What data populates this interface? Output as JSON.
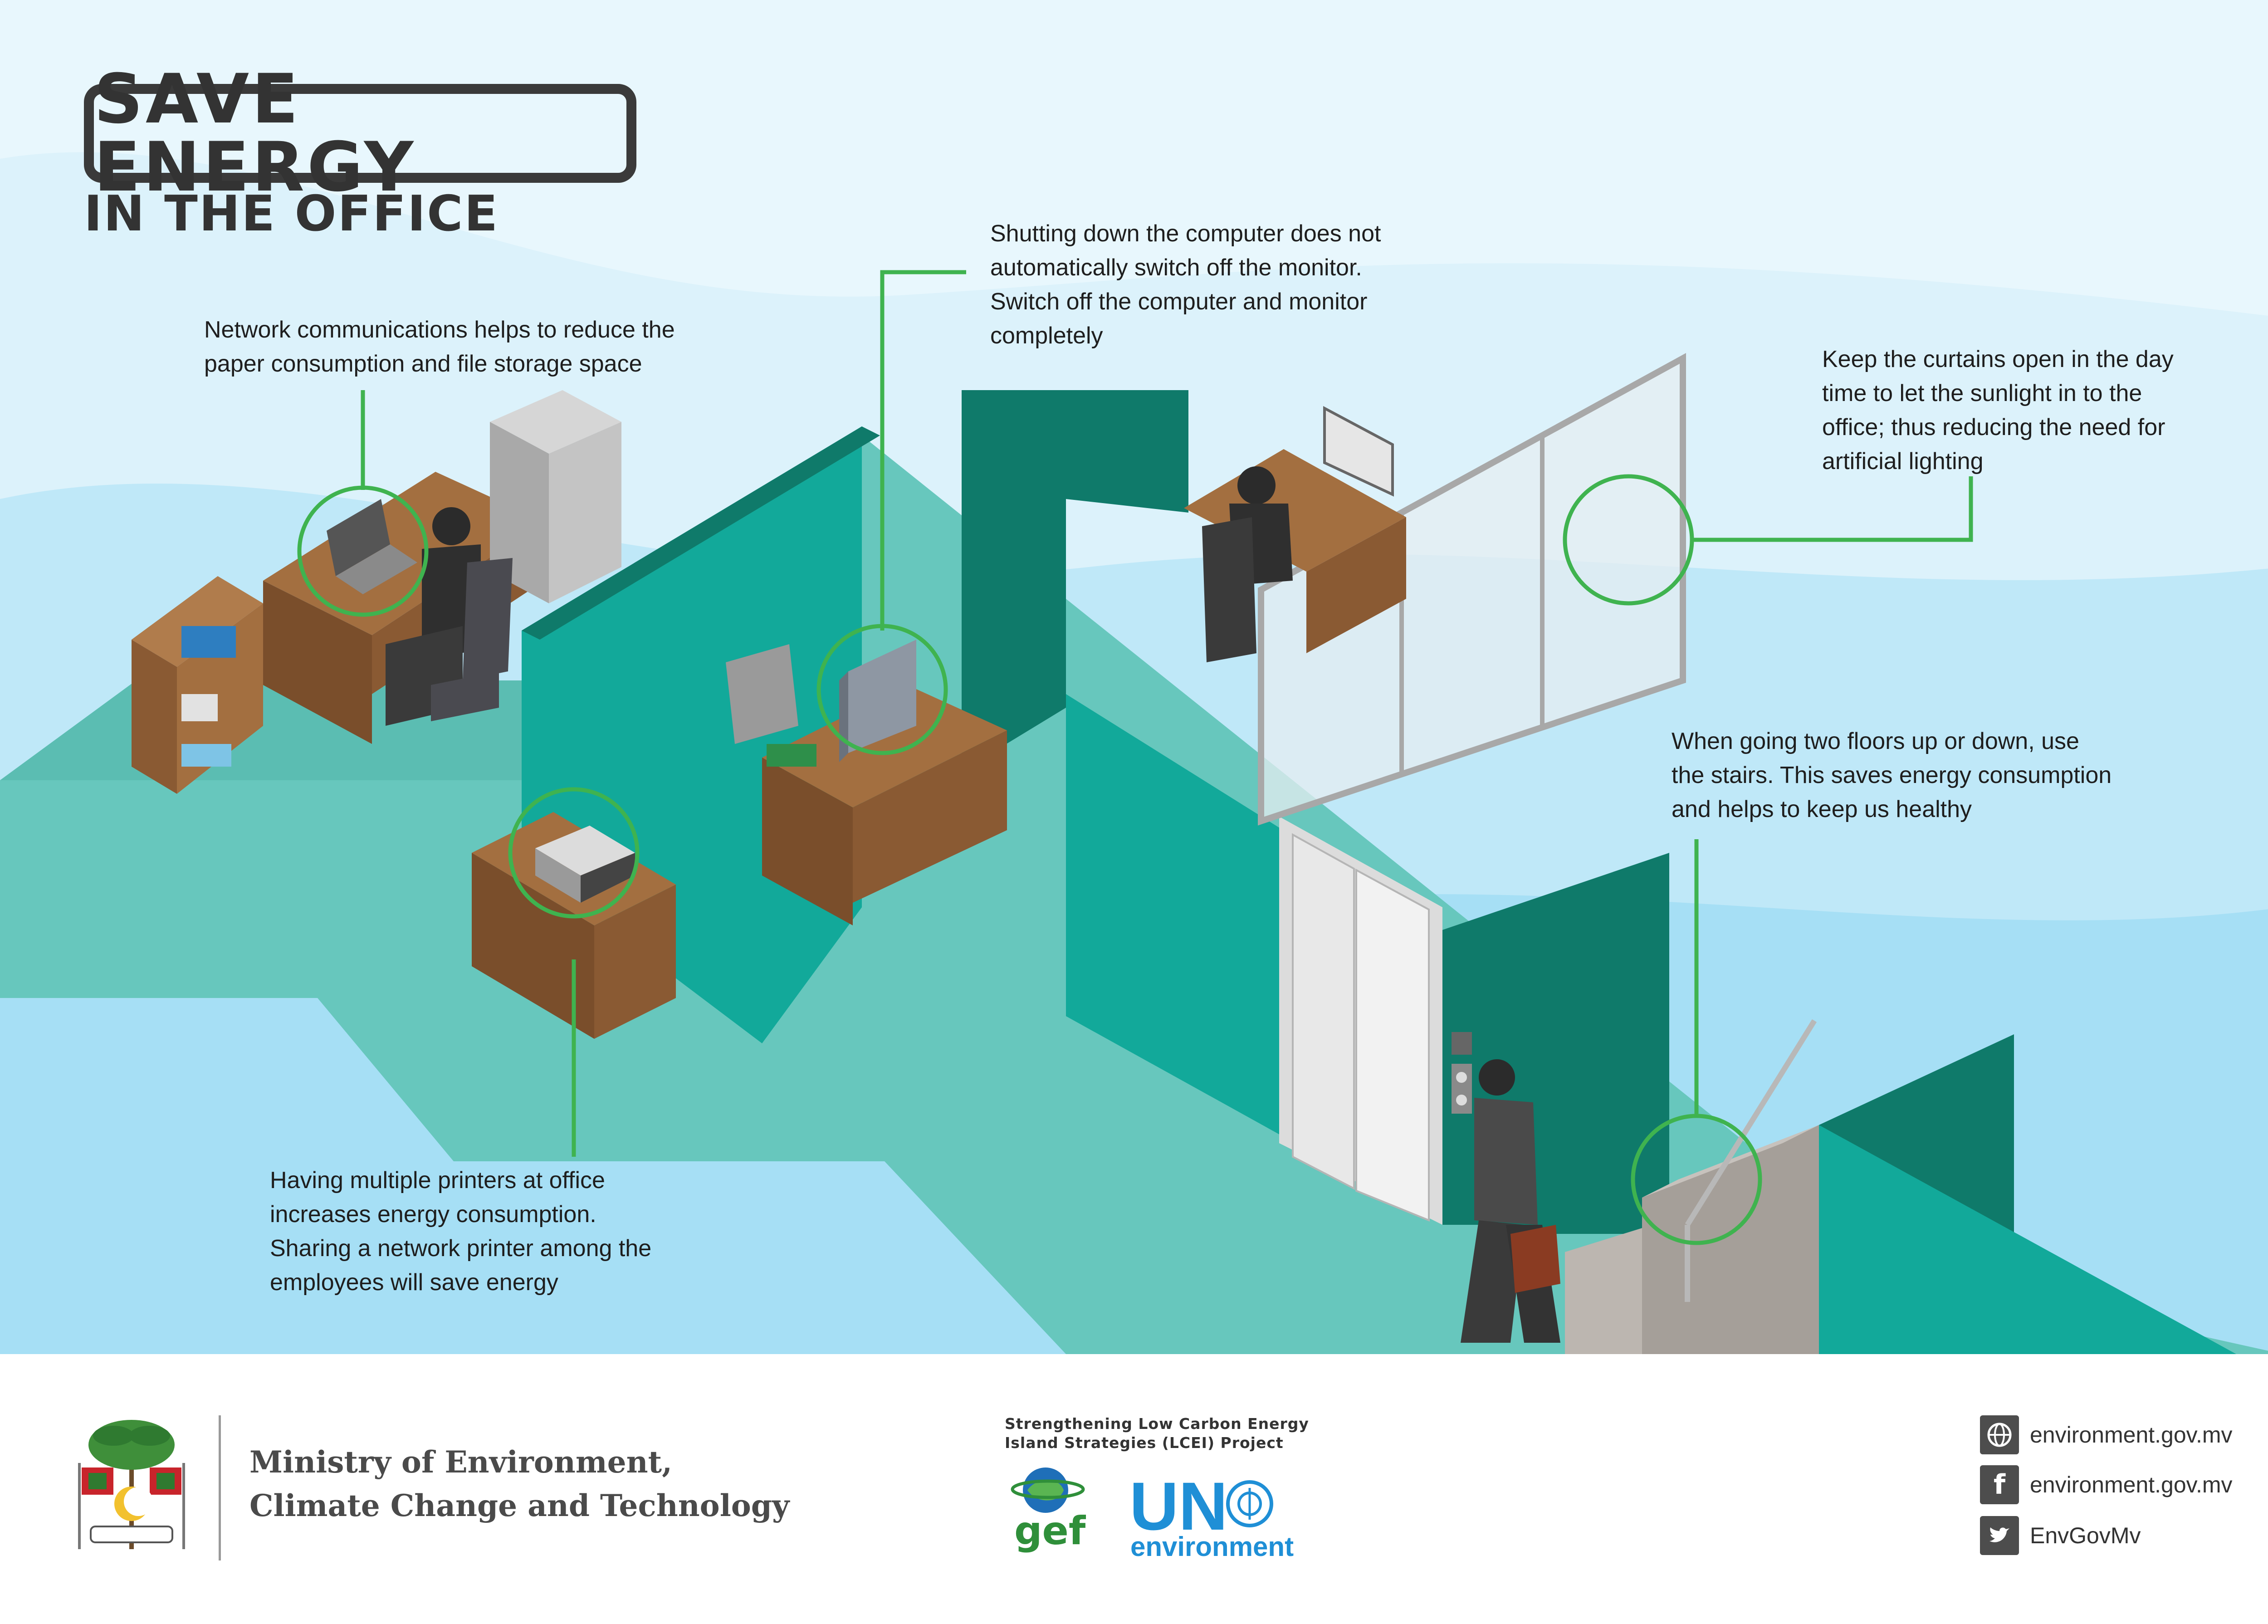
{
  "header": {
    "title": "SAVE ENERGY",
    "subtitle": "IN THE OFFICE"
  },
  "tips": [
    {
      "lines": [
        "Network communications helps to reduce the",
        "paper consumption and file storage space"
      ]
    },
    {
      "lines": [
        "Shutting down the computer does not",
        "automatically switch off the monitor.",
        "Switch off the computer and monitor",
        "completely"
      ]
    },
    {
      "lines": [
        "Keep the curtains open in the day",
        "time to let the sunlight in to the",
        "office; thus reducing the need for",
        "artificial lighting"
      ]
    },
    {
      "lines": [
        "When going two floors up or down, use",
        "the stairs. This saves energy consumption",
        "and helps to keep us healthy"
      ]
    },
    {
      "lines": [
        "Having multiple printers at office",
        "increases energy consumption.",
        "Sharing a network printer among the",
        "employees will save energy"
      ]
    }
  ],
  "footer": {
    "ministry_lines": [
      "Ministry of Environment,",
      "Climate Change and Technology"
    ],
    "project_lines": [
      "Strengthening Low Carbon Energy",
      "Island Strategies (LCEI) Project"
    ],
    "gef_label": "gef",
    "un_label": "UN",
    "un_sub_label": "environment",
    "social": [
      {
        "icon": "globe-icon",
        "text": "environment.gov.mv"
      },
      {
        "icon": "facebook-icon",
        "text": "environment.gov.mv"
      },
      {
        "icon": "twitter-icon",
        "text": "EnvGovMv"
      }
    ]
  },
  "colors": {
    "sky": "#c9ebfa",
    "floor": "#67c7bd",
    "partition_dark": "#0f7a6a",
    "partition_light": "#12a99a",
    "callout": "#3fb34f",
    "desk": "#8a5a33"
  }
}
